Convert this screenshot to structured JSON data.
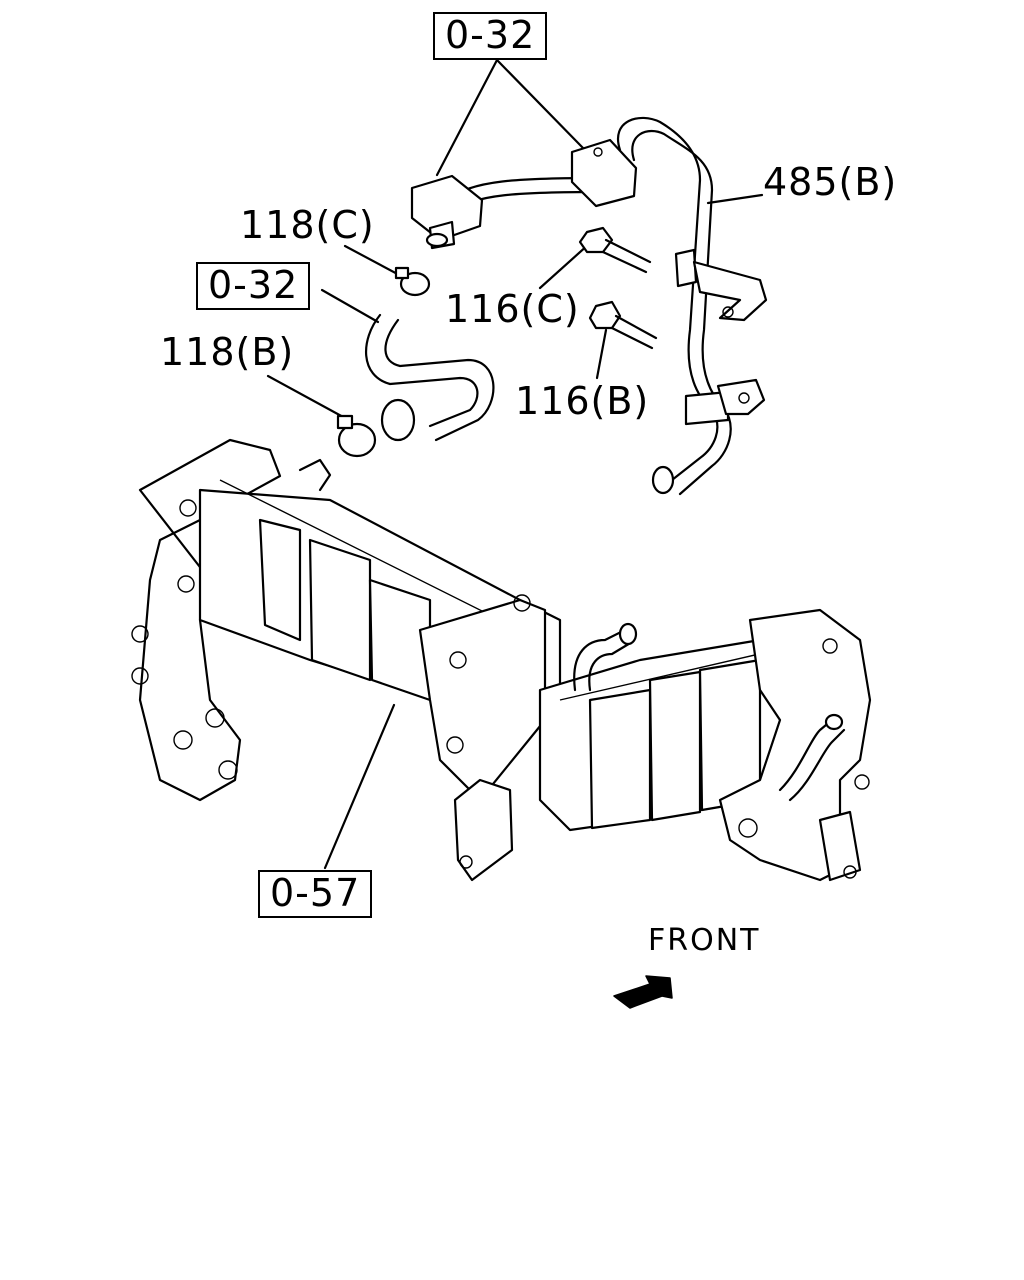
{
  "callouts": {
    "ref_0_32_top": "0-32",
    "ref_0_32_left": "0-32",
    "ref_0_57": "0-57",
    "part_485b": "485(B)",
    "part_118c": "118(C)",
    "part_118b": "118(B)",
    "part_116c": "116(C)",
    "part_116b": "116(B)"
  },
  "orientation": {
    "front_label": "FRONT"
  }
}
